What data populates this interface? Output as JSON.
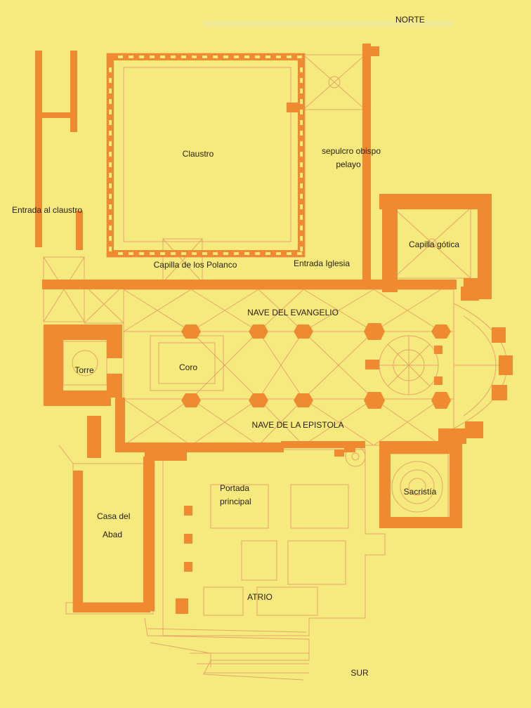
{
  "labels": {
    "north": "NORTE",
    "south": "SUR",
    "cloister": "Claustro",
    "tomb_line1": "sepulcro obispo",
    "tomb_line2": "pelayo",
    "cloister_entrance": "Entrada al claustro",
    "gothic_chapel": "Capilla gótica",
    "polanco_chapel": "Capilla de los Polanco",
    "church_entrance": "Entrada Iglesia",
    "gospel_nave": "NAVE DEL EVANGELIO",
    "tower": "Torre",
    "choir": "Coro",
    "epistle_nave": "NAVE DE LA EPISTOLA",
    "main_portal_line1": "Portada",
    "main_portal_line2": "principal",
    "sacristy": "Sacristía",
    "abbot_house_line1": "Casa del",
    "abbot_house_line2": "Abad",
    "atrium": "ATRIO"
  },
  "colors": {
    "background": "#f6ea7e",
    "wall": "#ef8a30",
    "linework": "#e5a56a",
    "text": "#2a2010"
  }
}
